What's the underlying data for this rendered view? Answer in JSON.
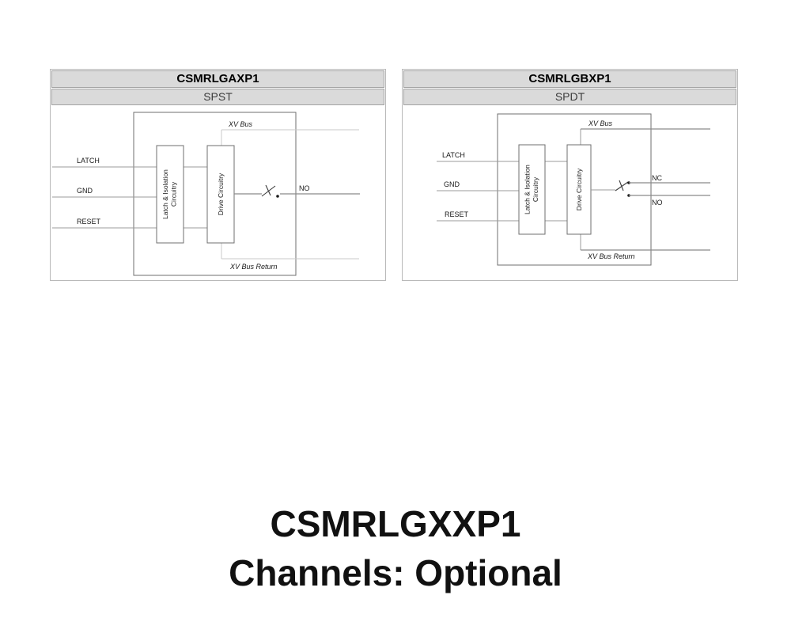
{
  "caption": {
    "line1": "CSMRLGXXP1",
    "line2": "Channels: Optional"
  },
  "panels": [
    {
      "id": "spst",
      "title": "CSMRLGAXP1",
      "subtitle": "SPST",
      "inputs": [
        "LATCH",
        "GND",
        "RESET"
      ],
      "latch_block": [
        "Latch & Isolation",
        "Circuitry"
      ],
      "drive_block": "Drive Circuitry",
      "bus_top": "XV Bus",
      "bus_bottom": "XV Bus Return",
      "outputs": [
        "NO"
      ]
    },
    {
      "id": "spdt",
      "title": "CSMRLGBXP1",
      "subtitle": "SPDT",
      "inputs": [
        "LATCH",
        "GND",
        "RESET"
      ],
      "latch_block": [
        "Latch & Isolation",
        "Circuitry"
      ],
      "drive_block": "Drive Circuitry",
      "bus_top": "XV Bus",
      "bus_bottom": "XV Bus Return",
      "outputs": [
        "NC",
        "NO"
      ]
    }
  ],
  "colors": {
    "header_bg": "#dadada",
    "header_border": "#a3a3a3",
    "panel_border": "#b9b9b9",
    "block_outline": "#6f6f6f",
    "wire": "#9b9b9b",
    "wire_light": "#c9c9c9",
    "text": "#1a1a1a",
    "caption_text": "#111111"
  }
}
